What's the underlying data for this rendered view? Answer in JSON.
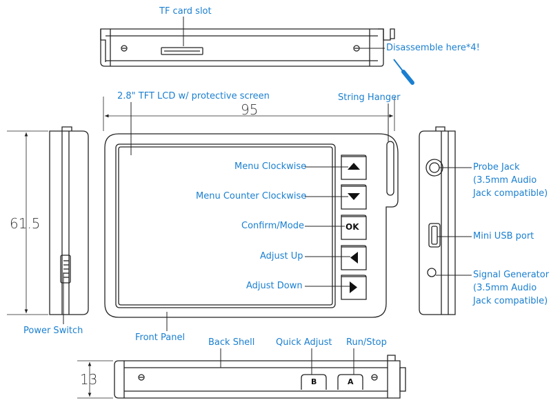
{
  "top_view": {
    "tf_card_slot": "TF card slot",
    "disassemble": "Disassemble here*4!"
  },
  "front_view": {
    "lcd": "2.8\" TFT LCD w/ protective screen",
    "string_hanger": "String Hanger",
    "width_dim": "95",
    "height_dim": "61.5",
    "menu_cw": "Menu Clockwise",
    "menu_ccw": "Menu Counter Clockwise",
    "confirm": "Confirm/Mode",
    "adjust_up": "Adjust Up",
    "adjust_down": "Adjust Down",
    "front_panel": "Front Panel",
    "ok_label": "OK"
  },
  "left_view": {
    "power_switch": "Power Switch"
  },
  "right_view": {
    "probe_jack_1": "Probe Jack",
    "probe_jack_2": "(3.5mm Audio",
    "probe_jack_3": "Jack compatible)",
    "mini_usb": "Mini USB port",
    "sig_gen_1": "Signal Generator",
    "sig_gen_2": "(3.5mm Audio",
    "sig_gen_3": "Jack compatible)"
  },
  "bottom_view": {
    "back_shell": "Back Shell",
    "quick_adjust": "Quick Adjust",
    "run_stop": "Run/Stop",
    "thickness_dim": "13",
    "btn_b": "B",
    "btn_a": "A"
  },
  "colors": {
    "label": "#1a7fd0",
    "line": "#222222"
  }
}
